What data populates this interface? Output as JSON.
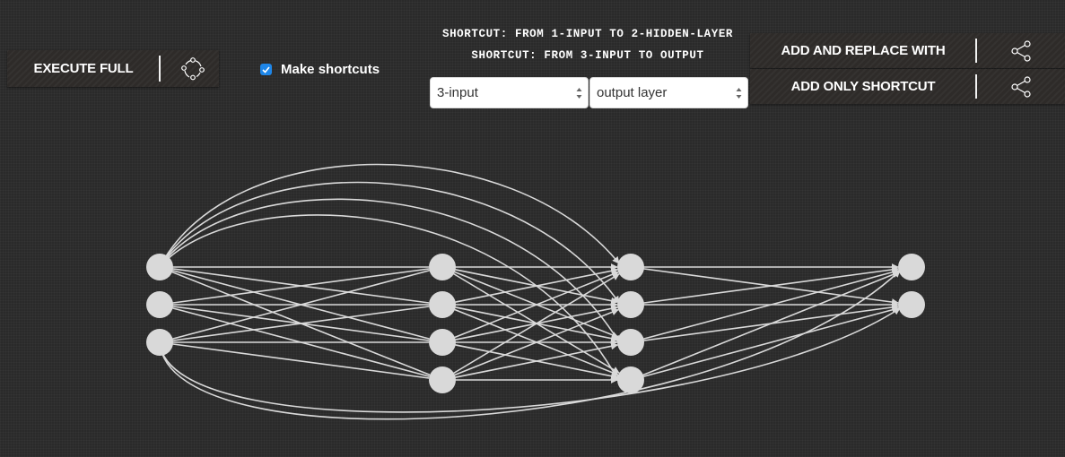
{
  "toolbar": {
    "execute_label": "EXECUTE FULL",
    "execute_icon": "cycle-nodes-icon",
    "make_shortcuts_label": "Make shortcuts",
    "make_shortcuts_checked": true,
    "replace_label": "ADD AND REPLACE WITH",
    "shortcut_only_label": "ADD ONLY SHORTCUT",
    "share_icon": "share-icon"
  },
  "shortcuts": [
    "SHORTCUT: FROM 1-INPUT TO 2-HIDDEN-LAYER",
    "SHORTCUT: FROM 3-INPUT TO OUTPUT"
  ],
  "selectors": {
    "from_value": "3-input",
    "to_value": "output layer"
  },
  "network": {
    "layers": [
      3,
      4,
      4,
      2
    ],
    "node_color": "#d9d9d9",
    "edge_color": "#d9d9d9",
    "shortcut_edges": [
      {
        "from": "1-input",
        "to": "2-hidden-layer"
      },
      {
        "from": "3-input",
        "to": "output"
      }
    ]
  },
  "colors": {
    "accent": "#1e86e8",
    "background": "#2a2a2a"
  }
}
